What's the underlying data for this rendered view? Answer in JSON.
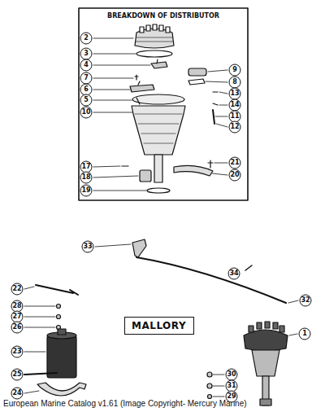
{
  "diagram": {
    "title": "BREAKDOWN OF DISTRIBUTOR",
    "caption": "European Marine Catalog v1.61 (Image Copyright- Mercury Marine)",
    "nodes": [
      {
        "text": [
          "MALLORY"
        ]
      }
    ],
    "labels": [
      "2",
      "3",
      "4",
      "7",
      "6",
      "5",
      "10",
      "9",
      "8",
      "13",
      "14",
      "11",
      "12",
      "21",
      "20",
      "17",
      "18",
      "19",
      "33",
      "34",
      "22",
      "28",
      "27",
      "26",
      "32",
      "23",
      "25",
      "30",
      "31",
      "24",
      "29",
      "1"
    ]
  }
}
